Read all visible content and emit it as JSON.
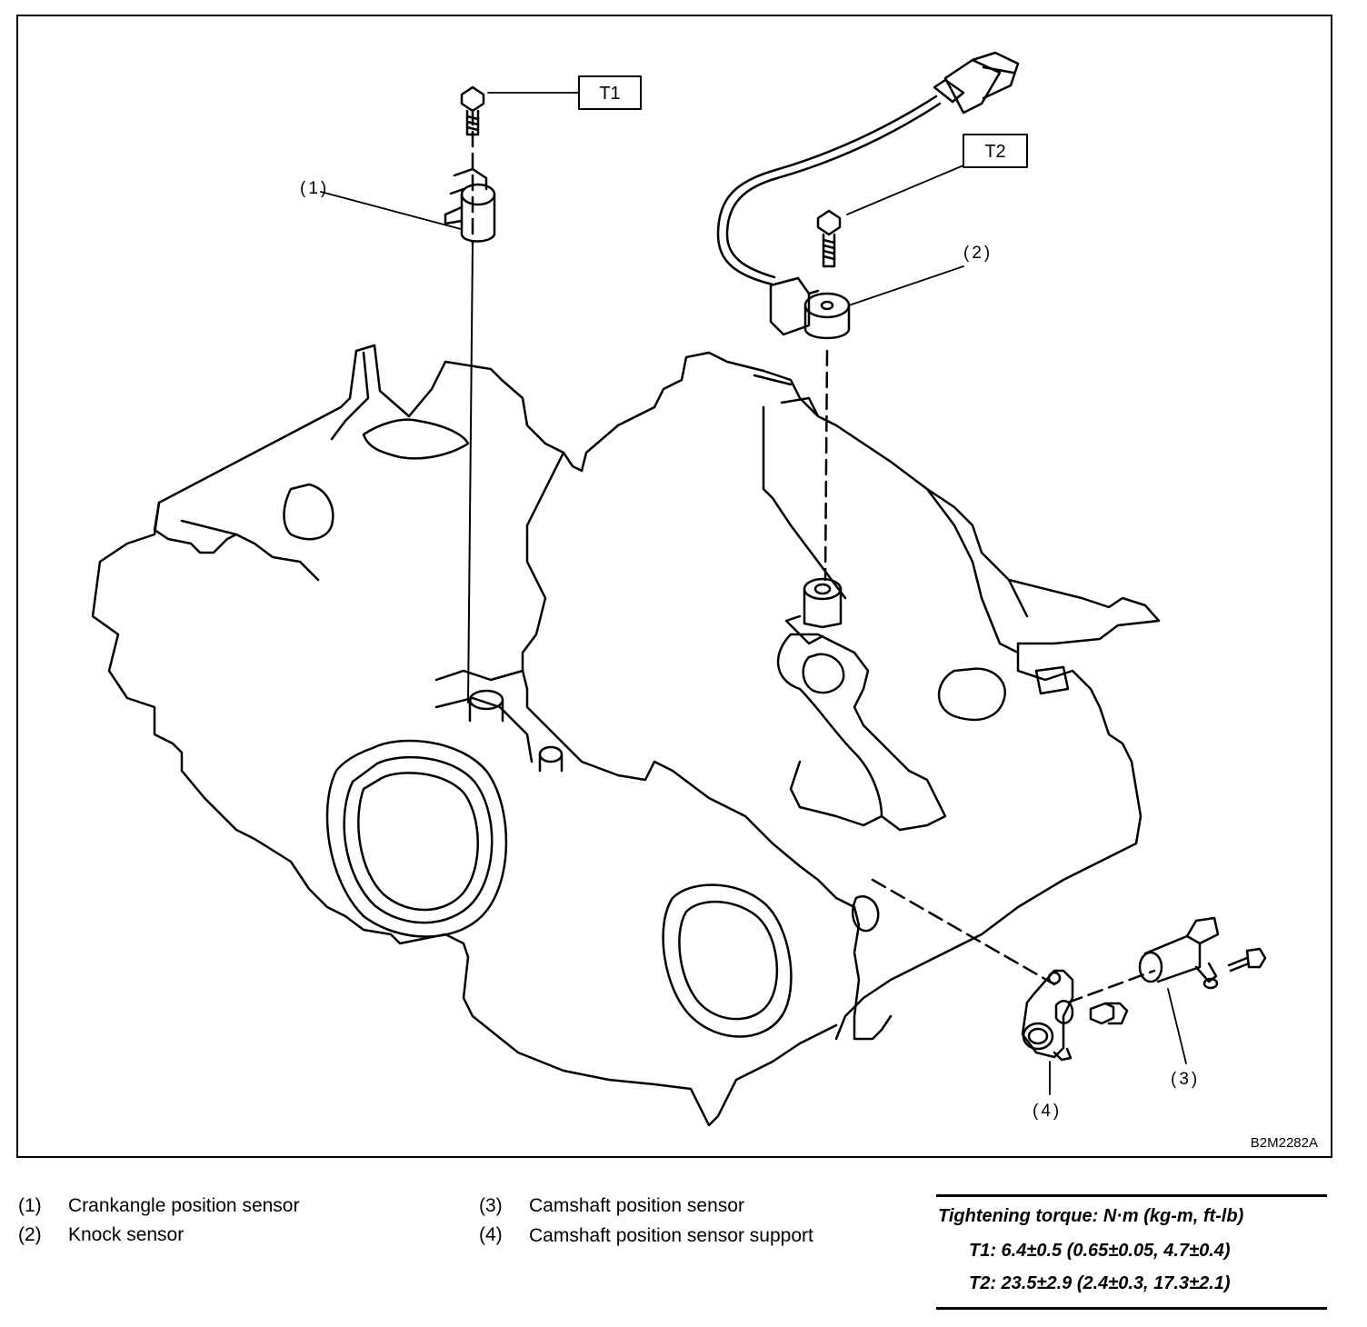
{
  "figure": {
    "id": "B2M2282A",
    "torque_tags": [
      {
        "tag": "T1"
      },
      {
        "tag": "T2"
      }
    ],
    "callouts": [
      "(1)",
      "(2)",
      "(3)",
      "(4)"
    ]
  },
  "legend": [
    {
      "num": "(1)",
      "text": "Crankangle position sensor"
    },
    {
      "num": "(2)",
      "text": "Knock sensor"
    },
    {
      "num": "(3)",
      "text": "Camshaft position sensor"
    },
    {
      "num": "(4)",
      "text": "Camshaft position sensor support"
    }
  ],
  "torque": {
    "title": "Tightening torque: N·m (kg-m, ft-lb)",
    "t1": "T1: 6.4±0.5 (0.65±0.05, 4.7±0.4)",
    "t2": "T2: 23.5±2.9 (2.4±0.3, 17.3±2.1)"
  }
}
